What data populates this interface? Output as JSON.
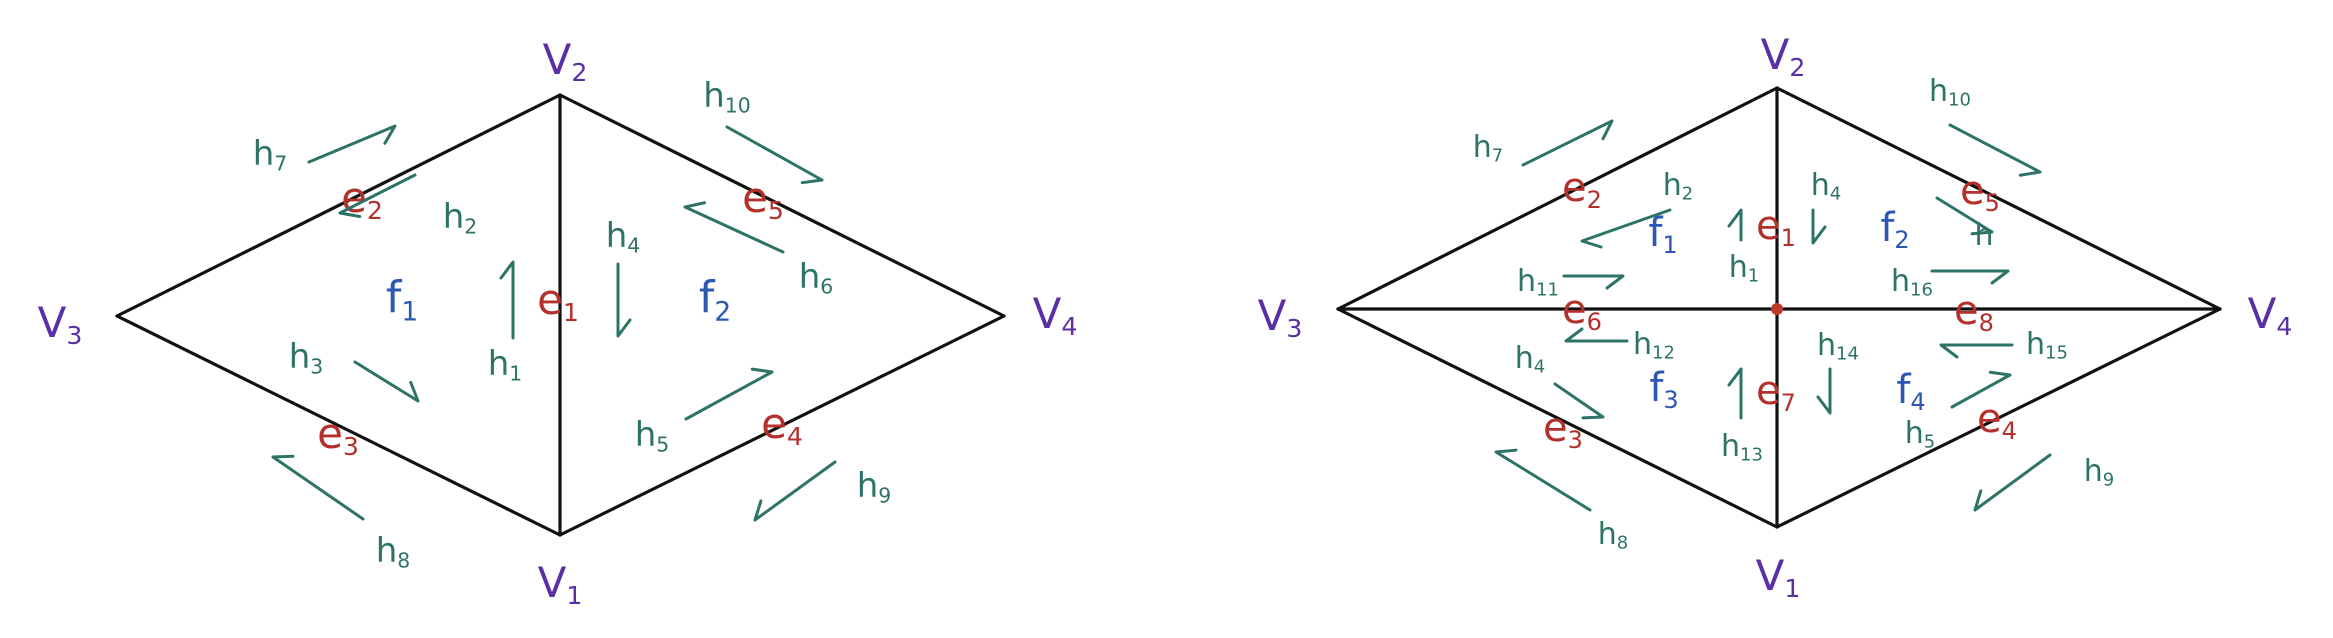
{
  "colors": {
    "edge": "#111111",
    "vertex_label": "#5a2fa5",
    "edge_label": "#b3302b",
    "halfedge": "#2e7466",
    "face_label": "#2c58b3",
    "center_dot": "#c0392b"
  },
  "left_mesh": {
    "vertices": [
      {
        "id": "v1",
        "label": "V",
        "sub": "1"
      },
      {
        "id": "v2",
        "label": "V",
        "sub": "2"
      },
      {
        "id": "v3",
        "label": "V",
        "sub": "3"
      },
      {
        "id": "v4",
        "label": "V",
        "sub": "4"
      }
    ],
    "edges": [
      {
        "label": "e",
        "sub": "1"
      },
      {
        "label": "e",
        "sub": "2"
      },
      {
        "label": "e",
        "sub": "3"
      },
      {
        "label": "e",
        "sub": "4"
      },
      {
        "label": "e",
        "sub": "5"
      }
    ],
    "faces": [
      {
        "label": "f",
        "sub": "1"
      },
      {
        "label": "f",
        "sub": "2"
      }
    ],
    "halfedges": [
      {
        "label": "h",
        "sub": "1"
      },
      {
        "label": "h",
        "sub": "2"
      },
      {
        "label": "h",
        "sub": "3"
      },
      {
        "label": "h",
        "sub": "4"
      },
      {
        "label": "h",
        "sub": "5"
      },
      {
        "label": "h",
        "sub": "6"
      },
      {
        "label": "h",
        "sub": "7"
      },
      {
        "label": "h",
        "sub": "8"
      },
      {
        "label": "h",
        "sub": "9"
      },
      {
        "label": "h",
        "sub": "10"
      }
    ]
  },
  "right_mesh": {
    "vertices": [
      {
        "id": "v1",
        "label": "V",
        "sub": "1"
      },
      {
        "id": "v2",
        "label": "V",
        "sub": "2"
      },
      {
        "id": "v3",
        "label": "V",
        "sub": "3"
      },
      {
        "id": "v4",
        "label": "V",
        "sub": "4"
      }
    ],
    "edges": [
      {
        "label": "e",
        "sub": "1"
      },
      {
        "label": "e",
        "sub": "2"
      },
      {
        "label": "e",
        "sub": "3"
      },
      {
        "label": "e",
        "sub": "4"
      },
      {
        "label": "e",
        "sub": "5"
      },
      {
        "label": "e",
        "sub": "6"
      },
      {
        "label": "e",
        "sub": "7"
      },
      {
        "label": "e",
        "sub": "8"
      }
    ],
    "faces": [
      {
        "label": "f",
        "sub": "1"
      },
      {
        "label": "f",
        "sub": "2"
      },
      {
        "label": "f",
        "sub": "3"
      },
      {
        "label": "f",
        "sub": "4"
      }
    ],
    "halfedges": [
      {
        "label": "h",
        "sub": "1"
      },
      {
        "label": "h",
        "sub": "2"
      },
      {
        "label": "h",
        "sub": "4"
      },
      {
        "label": "h",
        "sub": ""
      },
      {
        "label": "h",
        "sub": "16"
      },
      {
        "label": "h",
        "sub": "15"
      },
      {
        "label": "h",
        "sub": "5"
      },
      {
        "label": "h",
        "sub": "14"
      },
      {
        "label": "h",
        "sub": "13"
      },
      {
        "label": "h",
        "sub": "12"
      },
      {
        "label": "h",
        "sub": "11"
      },
      {
        "label": "h",
        "sub": "4"
      },
      {
        "label": "h",
        "sub": "7"
      },
      {
        "label": "h",
        "sub": "8"
      },
      {
        "label": "h",
        "sub": "9"
      },
      {
        "label": "h",
        "sub": "10"
      }
    ]
  }
}
